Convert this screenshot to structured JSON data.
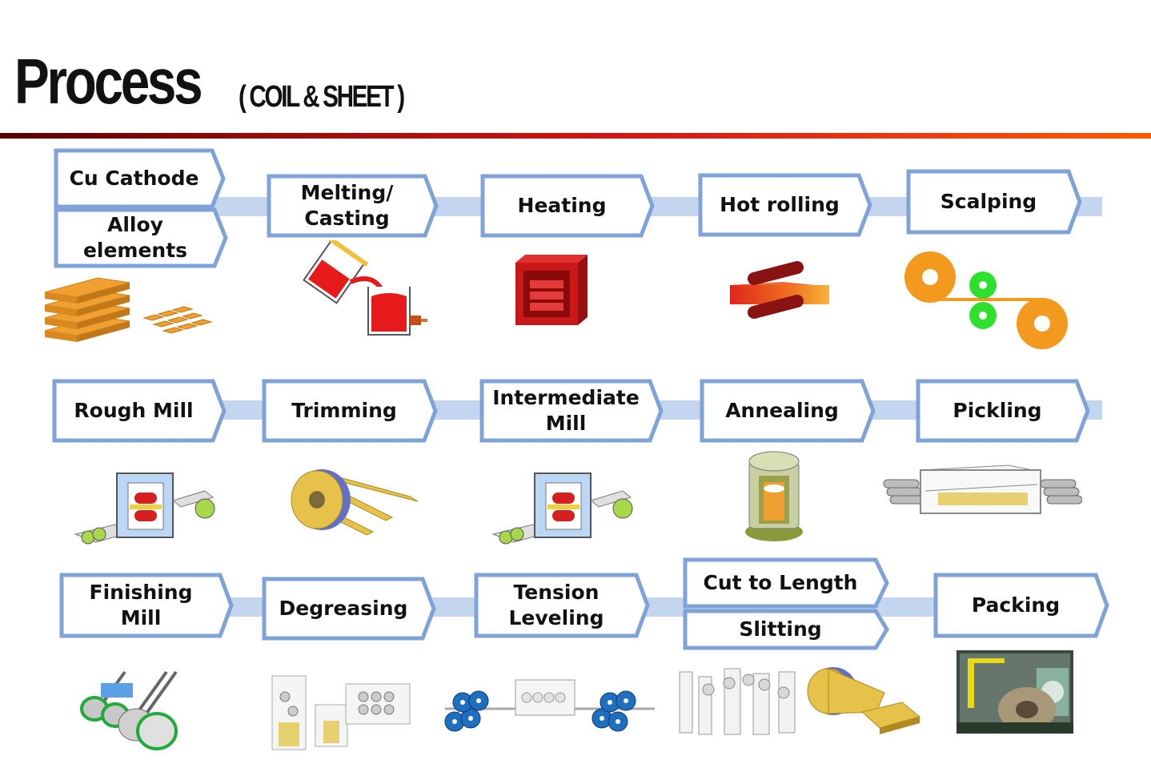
{
  "header": {
    "title": "Process",
    "subtitle": "( COIL & SHEET )"
  },
  "colors": {
    "accent_gradient": [
      "#5a0000",
      "#d61515",
      "#ff5a00"
    ],
    "box_border": "#7fa3d8",
    "flow_band": "#c4d6ef",
    "copper": "#f0a030",
    "hot": "#d9202a",
    "green": "#22e022",
    "gold": "#e6c24a"
  },
  "rows": [
    {
      "steps": [
        {
          "id": "cu-cathode",
          "label": "Cu Cathode",
          "icon": "copper-plates-icon"
        },
        {
          "id": "alloy-elements",
          "label": "Alloy\nelements"
        },
        {
          "id": "melting-casting",
          "label": "Melting/\nCasting",
          "icon": "melting-ladle-icon"
        },
        {
          "id": "heating",
          "label": "Heating",
          "icon": "furnace-icon"
        },
        {
          "id": "hot-rolling",
          "label": "Hot rolling",
          "icon": "hot-rolling-icon"
        },
        {
          "id": "scalping",
          "label": "Scalping",
          "icon": "scalping-icon"
        }
      ]
    },
    {
      "steps": [
        {
          "id": "rough-mill",
          "label": "Rough Mill",
          "icon": "rolling-mill-icon"
        },
        {
          "id": "trimming",
          "label": "Trimming",
          "icon": "trimming-coil-icon"
        },
        {
          "id": "intermediate-mill",
          "label": "Intermediate\nMill",
          "icon": "rolling-mill-icon"
        },
        {
          "id": "annealing",
          "label": "Annealing",
          "icon": "annealing-furnace-icon"
        },
        {
          "id": "pickling",
          "label": "Pickling",
          "icon": "pickling-tank-icon"
        }
      ]
    },
    {
      "steps": [
        {
          "id": "finishing-mill",
          "label": "Finishing\nMill",
          "icon": "finishing-mill-icon"
        },
        {
          "id": "degreasing",
          "label": "Degreasing",
          "icon": "degreasing-icon"
        },
        {
          "id": "tension-leveling",
          "label": "Tension\nLeveling",
          "icon": "tension-leveler-icon"
        },
        {
          "id": "cut-to-length",
          "label": "Cut to Length",
          "icon": "cut-to-length-icon"
        },
        {
          "id": "slitting",
          "label": "Slitting"
        },
        {
          "id": "packing",
          "label": "Packing",
          "icon": "packing-photo-icon"
        }
      ]
    }
  ]
}
